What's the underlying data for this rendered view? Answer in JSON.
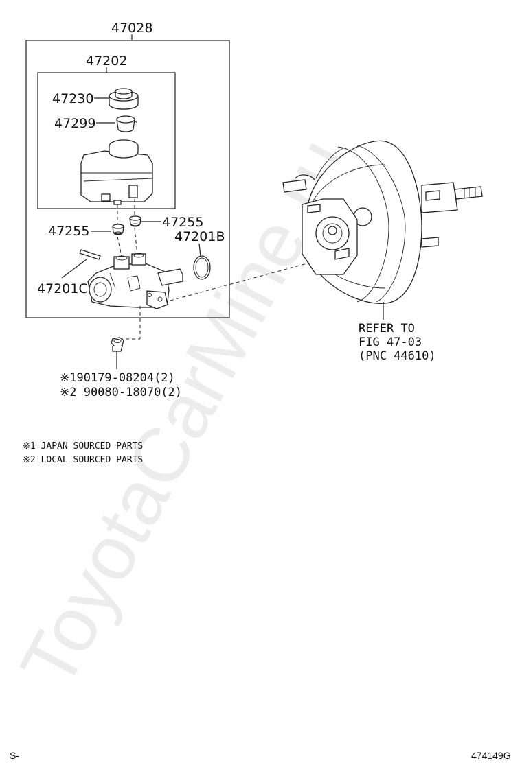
{
  "watermark": "ToyotaCarMine.ru",
  "labels": {
    "assembly": "47028",
    "reservoir_set": "47202",
    "cap": "47230",
    "strainer": "47299",
    "grommet_left": "47255",
    "grommet_right": "47255",
    "o_ring": "47201B",
    "pin": "47201C",
    "nut_jp": "※190179-08204(2)",
    "nut_local": "※2 90080-18070(2)",
    "refer_line1": "REFER TO",
    "refer_line2": "FIG 47-03",
    "refer_line3": "(PNC 44610)"
  },
  "notes": {
    "note1": "※1 JAPAN SOURCED PARTS",
    "note2": "※2 LOCAL SOURCED PARTS"
  },
  "footer": {
    "left": "S-",
    "right": "474149G"
  }
}
